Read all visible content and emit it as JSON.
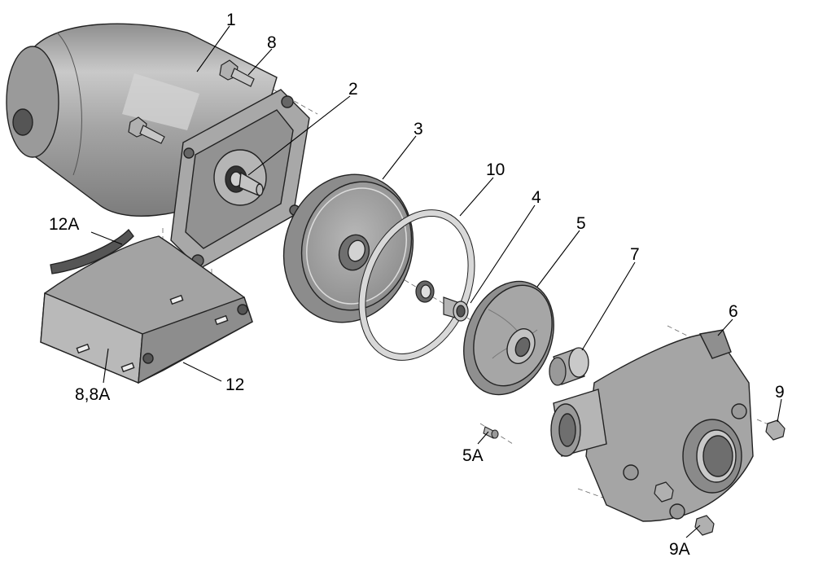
{
  "callouts": {
    "c1": "1",
    "c2": "2",
    "c3": "3",
    "c4": "4",
    "c5": "5",
    "c5A": "5A",
    "c6": "6",
    "c7": "7",
    "c8": "8",
    "c8_8A": "8,8A",
    "c9": "9",
    "c9A": "9A",
    "c10": "10",
    "c12": "12",
    "c12A": "12A"
  },
  "colors": {
    "part_fill": "#a9a9a9",
    "part_light": "#c8c8c8",
    "part_dark": "#7a7a7a",
    "outline": "#222222",
    "leader": "#000000",
    "centerline": "#666666"
  }
}
